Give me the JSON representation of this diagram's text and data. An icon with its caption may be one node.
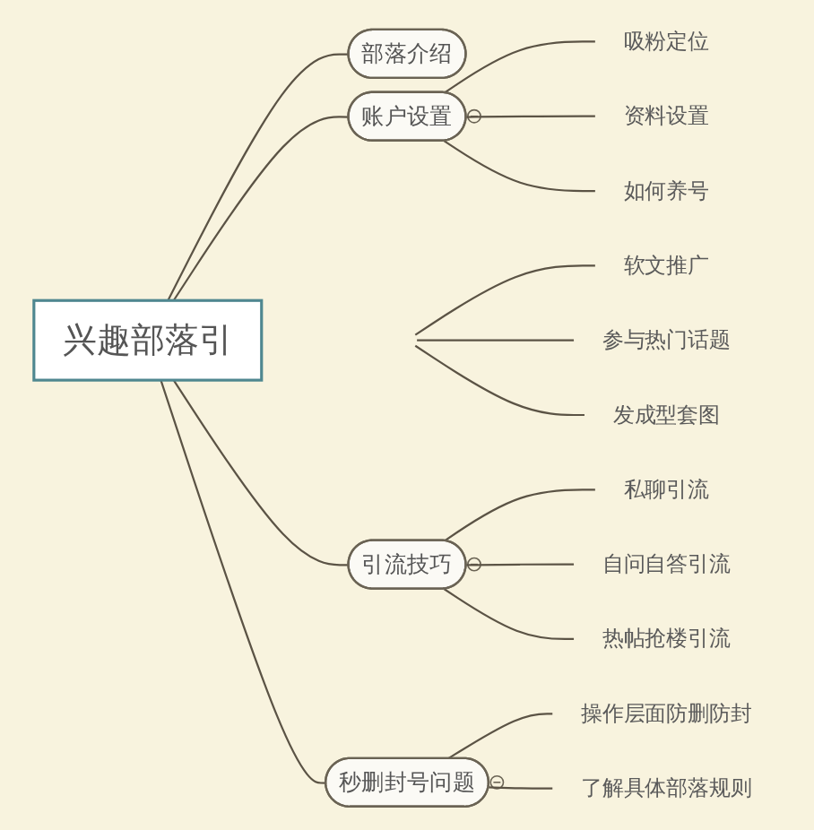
{
  "diagram": {
    "nodes": [
      {
        "text": [
          "兴趣部落引"
        ]
      },
      {
        "text": [
          "部落介绍"
        ]
      },
      {
        "text": [
          "账户设置"
        ]
      },
      {
        "text": [
          "吸粉定位"
        ]
      },
      {
        "text": [
          "资料设置"
        ]
      },
      {
        "text": [
          "如何养号"
        ]
      },
      {
        "text": [
          "软文推广"
        ]
      },
      {
        "text": [
          "参与热门话题"
        ]
      },
      {
        "text": [
          "发成型套图"
        ]
      },
      {
        "text": [
          "引流技巧"
        ]
      },
      {
        "text": [
          "私聊引流"
        ]
      },
      {
        "text": [
          "自问自答引流"
        ]
      },
      {
        "text": [
          "热帖抢楼引流"
        ]
      },
      {
        "text": [
          "秒删封号问题"
        ]
      },
      {
        "text": [
          "操作层面防删防封"
        ]
      },
      {
        "text": [
          "了解具体部落规则"
        ]
      }
    ],
    "edges": [
      {
        "from": 0,
        "to": 1,
        "arrow": "none"
      },
      {
        "from": 0,
        "to": 2,
        "arrow": "none"
      },
      {
        "from": 2,
        "to": 3,
        "arrow": "none"
      },
      {
        "from": 2,
        "to": 4,
        "arrow": "none"
      },
      {
        "from": 2,
        "to": 5,
        "arrow": "none"
      },
      {
        "from": null,
        "to": 6,
        "arrow": "none"
      },
      {
        "from": null,
        "to": 7,
        "arrow": "none"
      },
      {
        "from": null,
        "to": 8,
        "arrow": "none"
      },
      {
        "from": 0,
        "to": 9,
        "arrow": "none"
      },
      {
        "from": 9,
        "to": 10,
        "arrow": "none"
      },
      {
        "from": 9,
        "to": 11,
        "arrow": "none"
      },
      {
        "from": 9,
        "to": 12,
        "arrow": "none"
      },
      {
        "from": 0,
        "to": 13,
        "arrow": "none"
      },
      {
        "from": 13,
        "to": 14,
        "arrow": "none"
      },
      {
        "from": 13,
        "to": 15,
        "arrow": "none"
      }
    ]
  }
}
